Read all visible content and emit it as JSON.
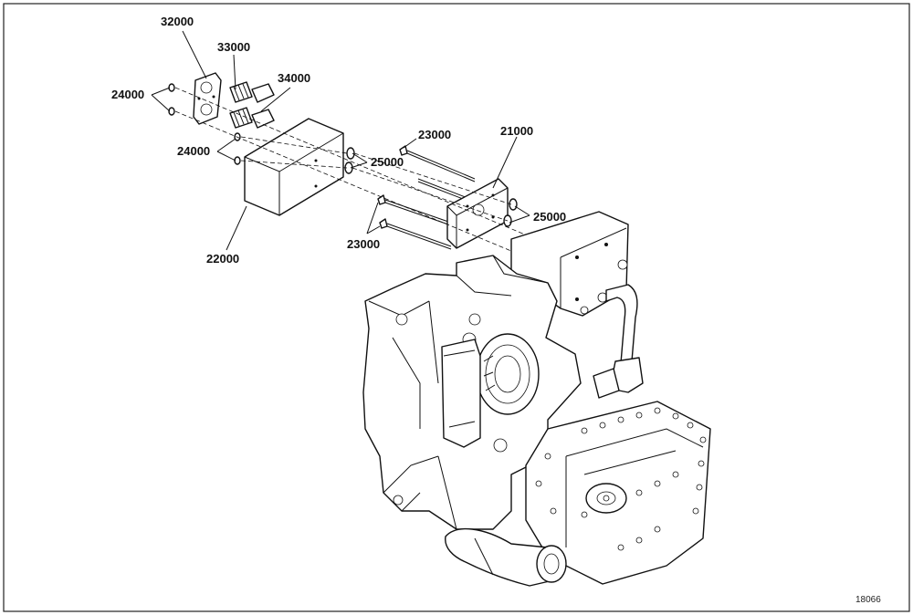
{
  "figure_number": "18066",
  "callouts": {
    "c32000": "32000",
    "c33000": "33000",
    "c34000": "34000",
    "c24000_top": "24000",
    "c24000_mid": "24000",
    "c23000_top": "23000",
    "c21000": "21000",
    "c25000_left": "25000",
    "c25000_right": "25000",
    "c23000_bottom": "23000",
    "c22000": "22000"
  }
}
